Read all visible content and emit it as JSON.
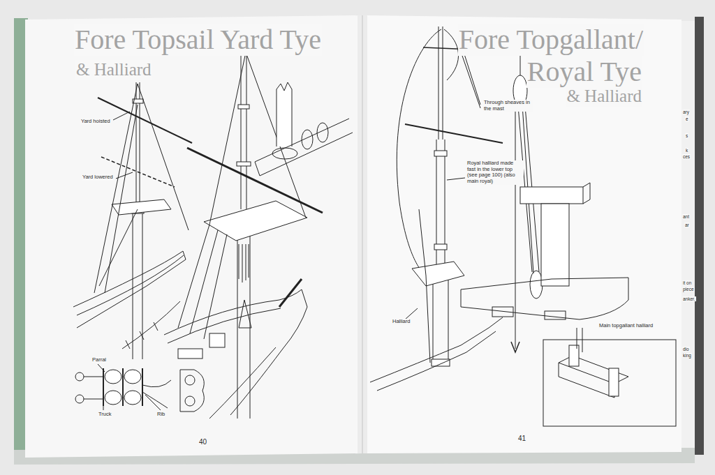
{
  "diagram": {
    "title": "Fore Topsail Yard Tye",
    "labels": [
      "& Halliard",
      "Yard hoisted",
      "Yard lowered",
      "Parral",
      "Truck",
      "Rib",
      "40",
      "Fore Topgallant/",
      "Royal Tye",
      "& Halliard",
      "Through sheaves in the mast",
      "Royal halliard made fast in the lower top (see page 100) (also main royal)",
      "Halliard",
      "Main topgallant halliard",
      "41",
      "ary",
      "e",
      "s",
      "k",
      "ces",
      "ant",
      "ar",
      "it on",
      "piece",
      "anker.",
      "dio",
      "king"
    ]
  }
}
